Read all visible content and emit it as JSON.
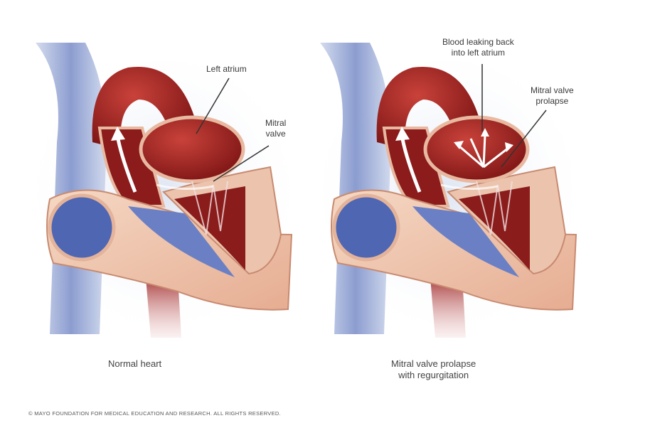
{
  "left_panel": {
    "caption": "Normal heart",
    "labels": {
      "left_atrium": "Left atrium",
      "mitral_valve_line1": "Mitral",
      "mitral_valve_line2": "valve"
    }
  },
  "right_panel": {
    "caption_line1": "Mitral valve prolapse",
    "caption_line2": "with regurgitation",
    "labels": {
      "leak_line1": "Blood leaking back",
      "leak_line2": "into left atrium",
      "prolapse_line1": "Mitral valve",
      "prolapse_line2": "prolapse"
    }
  },
  "copyright": "© MAYO FOUNDATION FOR MEDICAL EDUCATION AND RESEARCH. ALL RIGHTS RESERVED.",
  "colors": {
    "blood_red": "#9c1f1f",
    "vein_blue": "#5a70b8",
    "tissue": "#f1c9b0"
  }
}
